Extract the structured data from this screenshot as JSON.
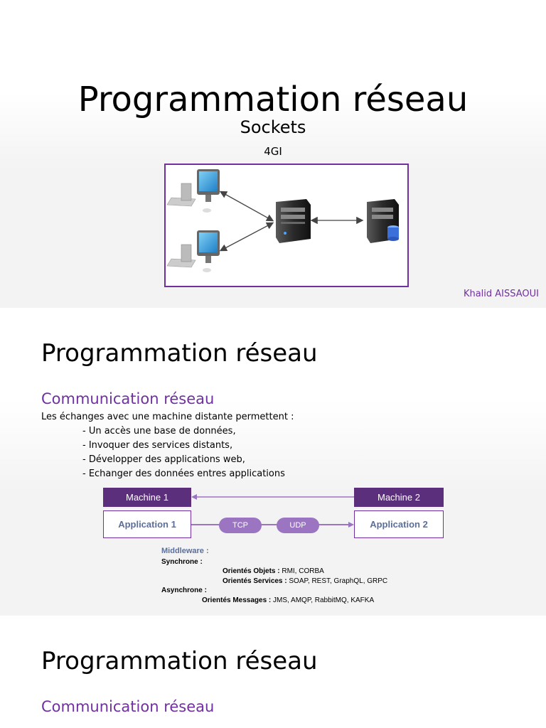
{
  "slide1": {
    "title": "Programmation réseau",
    "subtitle": "Sockets",
    "course": "4GI",
    "author": "Khalid AISSAOUI",
    "colors": {
      "accent": "#7030a0"
    }
  },
  "slide2": {
    "title": "Programmation réseau",
    "section": "Communication réseau",
    "intro": "Les échanges avec une machine distante permettent :",
    "bullets": [
      "- Un accès une base de données,",
      "- Invoquer des services distants,",
      "- Développer des applications web,",
      "- Echanger des données entres applications"
    ],
    "diagram": {
      "machine1": "Machine 1",
      "machine2": "Machine 2",
      "app1": "Application 1",
      "app2": "Application 2",
      "proto1": "TCP",
      "proto2": "UDP",
      "middleware_label": "Middleware :",
      "sync_label": "Synchrone :",
      "obj_label": "Orientés Objets :",
      "obj_value": " RMI, CORBA",
      "svc_label": "Orientés Services :",
      "svc_value": " SOAP, REST, GraphQL, GRPC",
      "async_label": "Asynchrone :",
      "msg_label": "Orientés Messages :",
      "msg_value": " JMS, AMQP, RabbitMQ, KAFKA",
      "colors": {
        "dark": "#5b2f7b",
        "pill": "#9b74c2",
        "text_blue": "#5b6f9a"
      }
    }
  },
  "slide3": {
    "title": "Programmation réseau",
    "section": "Communication réseau"
  }
}
